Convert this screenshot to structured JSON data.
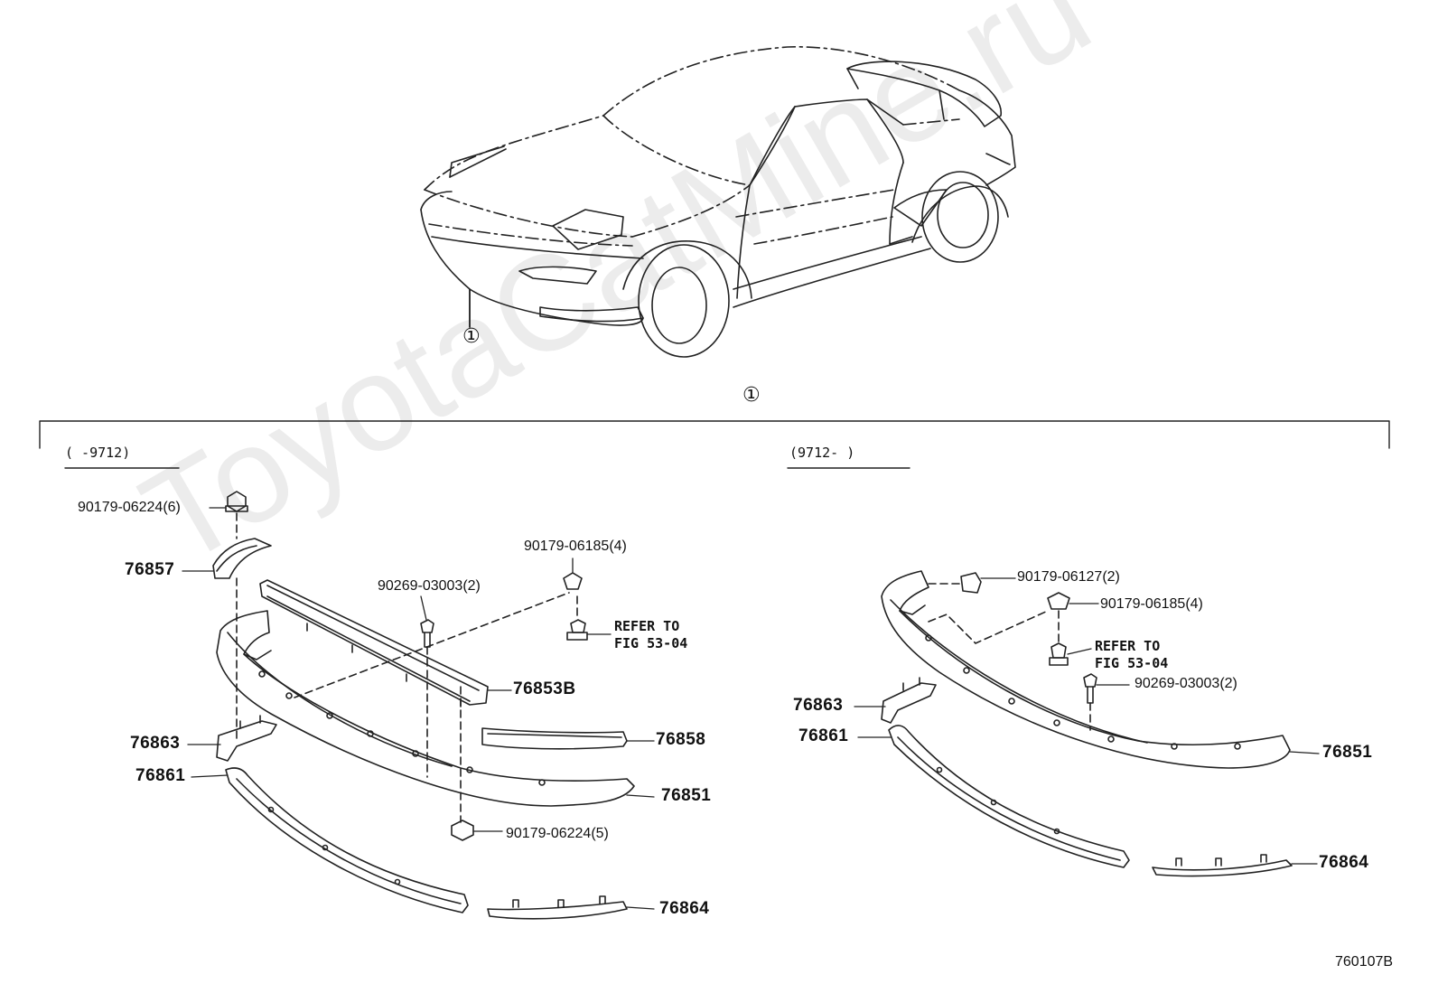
{
  "watermark": "ToyotaCatMine.ru",
  "callout_ref": "①",
  "car_callout": "①",
  "diagram_code": "760107B",
  "left": {
    "range": "(     -9712)",
    "parts": {
      "p1": "90179-06224(6)",
      "p2": "76857",
      "p3": "90179-06185(4)",
      "p4": "90269-03003(2)",
      "p5": "76853B",
      "p6": "76863",
      "p7": "76858",
      "p8": "76861",
      "p9": "76851",
      "p10": "90179-06224(5)",
      "p11": "76864"
    },
    "refer_line1": "REFER TO",
    "refer_line2": "FIG 53-04"
  },
  "right": {
    "range": "(9712-     )",
    "parts": {
      "p1": "90179-06127(2)",
      "p2": "90179-06185(4)",
      "p3": "90269-03003(2)",
      "p4": "76863",
      "p5": "76861",
      "p6": "76851",
      "p7": "76864"
    },
    "refer_line1": "REFER TO",
    "refer_line2": "FIG 53-04"
  }
}
